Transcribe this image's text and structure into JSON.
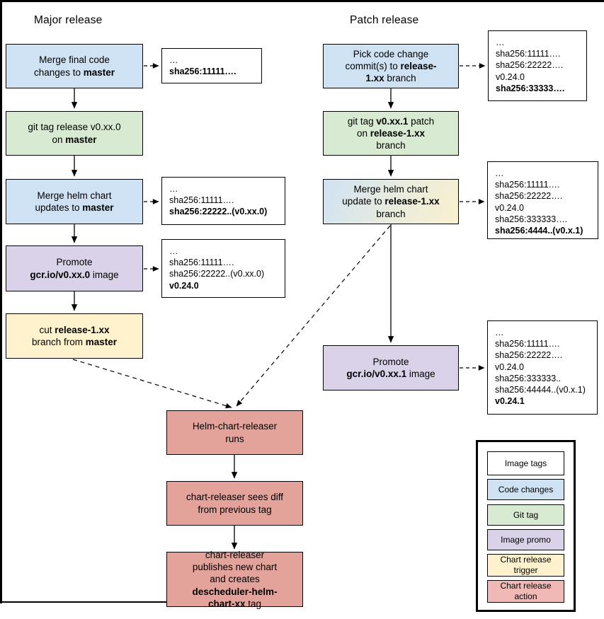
{
  "titles": {
    "major": "Major release",
    "patch": "Patch release"
  },
  "colors": {
    "box_border": "#000000",
    "image_tags": "#ffffff",
    "code_changes": "#cfe2f3",
    "git_tag": "#d9ead3",
    "image_promo": "#d9d2e9",
    "chart_release_trigger": "#fff2cc",
    "chart_release_action": "#e3a29a",
    "legend_action": "#f0b9b5",
    "gradient_from": "#cfe2f3",
    "gradient_to": "#faf0cf"
  },
  "major_flow": {
    "merge_final_code": {
      "segments": [
        {
          "t": "Merge final code changes to "
        },
        {
          "t": "master",
          "b": true
        }
      ]
    },
    "git_tag_release": {
      "segments": [
        {
          "t": "git tag release v0.xx.0 on "
        },
        {
          "t": "master",
          "b": true
        }
      ]
    },
    "merge_helm_chart": {
      "segments": [
        {
          "t": "Merge helm chart updates to "
        },
        {
          "t": "master",
          "b": true
        }
      ]
    },
    "promote_image": {
      "segments": [
        {
          "t": "Promote "
        },
        {
          "t": "gcr.io/v0.xx.0",
          "b": true
        },
        {
          "t": " image"
        }
      ]
    },
    "cut_branch": {
      "segments": [
        {
          "t": "cut "
        },
        {
          "t": "release-1.xx",
          "b": true
        },
        {
          "t": " branch from "
        },
        {
          "t": "master",
          "b": true
        }
      ]
    }
  },
  "patch_flow": {
    "pick_code_change": {
      "segments": [
        {
          "t": "Pick code change commit(s) to "
        },
        {
          "t": "release-1.xx",
          "b": true
        },
        {
          "t": " branch"
        }
      ]
    },
    "git_tag_patch": {
      "segments": [
        {
          "t": "git tag "
        },
        {
          "t": "v0.xx.1",
          "b": true
        },
        {
          "t": " patch on "
        },
        {
          "t": "release-1.xx",
          "b": true
        },
        {
          "t": " branch"
        }
      ]
    },
    "merge_helm_update": {
      "segments": [
        {
          "t": "Merge helm chart update to "
        },
        {
          "t": "release-1.xx",
          "b": true
        },
        {
          "t": " branch"
        }
      ]
    },
    "promote_patch_image": {
      "segments": [
        {
          "t": "Promote "
        },
        {
          "t": "gcr.io/v0.xx.1",
          "b": true
        },
        {
          "t": " image"
        }
      ]
    }
  },
  "chart_release_flow": {
    "releaser_runs": {
      "segments": [
        {
          "t": "Helm-chart-releaser runs"
        }
      ]
    },
    "sees_diff": {
      "segments": [
        {
          "t": "chart-releaser sees diff from previous tag"
        }
      ]
    },
    "publishes_chart": {
      "segments": [
        {
          "t": "chart-releaser publishes new chart and creates "
        },
        {
          "t": "descheduler-helm-chart-xx",
          "b": true
        },
        {
          "t": " tag"
        }
      ]
    }
  },
  "image_tag_boxes": {
    "major_1": {
      "lines": [
        {
          "t": "…"
        },
        {
          "t": "sha256:11111….",
          "b": true
        }
      ]
    },
    "major_2": {
      "lines": [
        {
          "t": "…"
        },
        {
          "t": "sha256:11111…."
        },
        {
          "t": "sha256:22222..(v0.xx.0)",
          "b": true
        }
      ]
    },
    "major_3": {
      "lines": [
        {
          "t": "…"
        },
        {
          "t": "sha256:11111…."
        },
        {
          "t": "sha256:22222..(v0.xx.0)"
        },
        {
          "t": "v0.24.0",
          "b": true
        }
      ]
    },
    "patch_1": {
      "lines": [
        {
          "t": "…"
        },
        {
          "t": "sha256:11111…."
        },
        {
          "t": "sha256:22222…."
        },
        {
          "t": "v0.24.0"
        },
        {
          "t": "sha256:33333….",
          "b": true
        }
      ]
    },
    "patch_2": {
      "lines": [
        {
          "t": "…"
        },
        {
          "t": "sha256:11111…."
        },
        {
          "t": "sha256:22222…."
        },
        {
          "t": "v0.24.0"
        },
        {
          "t": "sha256:333333…."
        },
        {
          "t": "sha256:4444..(v0.x.1)",
          "b": true
        }
      ]
    },
    "patch_3": {
      "lines": [
        {
          "t": "…"
        },
        {
          "t": "sha256:11111…."
        },
        {
          "t": "sha256:22222…."
        },
        {
          "t": "v0.24.0"
        },
        {
          "t": "sha256:333333.."
        },
        {
          "t": "sha256:44444..(v0.x.1)"
        },
        {
          "t": "v0.24.1",
          "b": true
        }
      ]
    }
  },
  "legend": {
    "items": [
      {
        "label": "Image tags"
      },
      {
        "label": "Code changes"
      },
      {
        "label": "Git tag"
      },
      {
        "label": "Image promo"
      },
      {
        "label": "Chart release trigger"
      },
      {
        "label": "Chart release action"
      }
    ]
  }
}
